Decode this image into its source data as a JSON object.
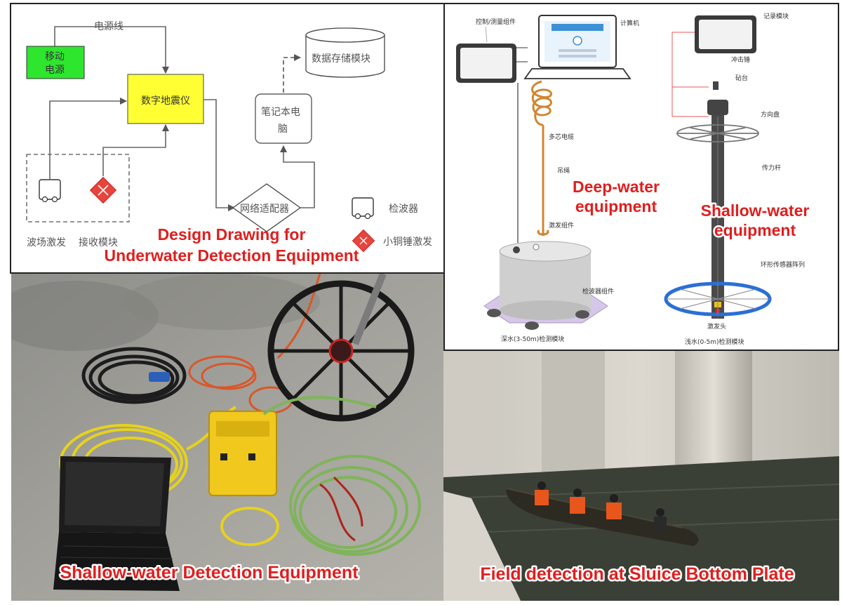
{
  "design": {
    "caption_line1": "Design Drawing for",
    "caption_line2": "Underwater Detection Equipment",
    "power_cable_label": "电源线",
    "mobile_power_line1": "移动",
    "mobile_power_line2": "电源",
    "seismograph_label": "数字地震仪",
    "data_storage_label": "数据存储模块",
    "laptop_line1": "笔记本电",
    "laptop_line2": "脑",
    "network_adapter_label": "网络适配器",
    "wave_excitation_label": "波场激发",
    "receiver_module_label": "接收模块",
    "geophone_legend_label": "检波器",
    "hammer_legend_label": "小铜锤激发"
  },
  "equipment": {
    "deep_caption_line1": "Deep-water",
    "deep_caption_line2": "equipment",
    "shallow_caption_line1": "Shallow-water",
    "shallow_caption_line2": "equipment",
    "control_label": "控制/测量组件",
    "computer_label": "计算机",
    "cable_label": "多芯电缆",
    "rope_label": "吊绳",
    "excitation_label": "激发组件",
    "geophone_assembly_label": "检波器组件",
    "deep_module_label": "深水(3-50m)检测模块",
    "record_label": "记录模块",
    "hammer_label": "冲击锤",
    "anvil_label": "砧台",
    "direction_label": "方向盘",
    "rod_label": "传力杆",
    "ring_sensor_label": "环形传感器阵列",
    "exciter_label": "激发头",
    "shallow_module_label": "浅水(0-5m)检测模块"
  },
  "photo_shallow": {
    "caption": "Shallow-water Detection Equipment"
  },
  "photo_field": {
    "caption": "Field detection at Sluice Bottom Plate"
  },
  "colors": {
    "caption_red": "#e01e1e",
    "mobile_power_green": "#2ee62e",
    "seismograph_yellow": "#ffff33",
    "hammer_red": "#e8443c",
    "orange_cable": "#d2862e",
    "ring_blue": "#2a6fd6"
  }
}
